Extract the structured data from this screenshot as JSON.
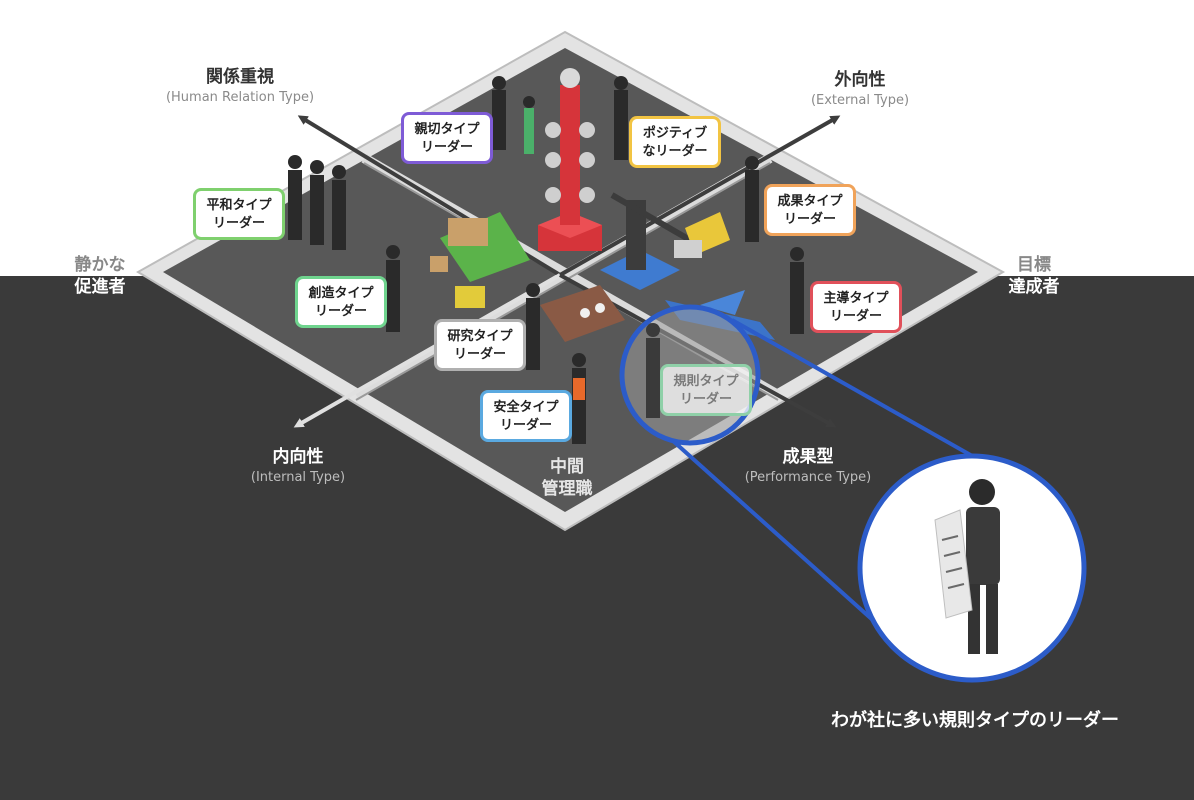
{
  "axes": {
    "top_left": {
      "title": "関係重視",
      "subtitle": "(Human Relation Type)"
    },
    "top_right": {
      "title": "外向性",
      "subtitle": "(External Type)"
    },
    "bottom_left": {
      "title": "内向性",
      "subtitle": "(Internal Type)"
    },
    "bottom_right": {
      "title": "成果型",
      "subtitle": "(Performance Type)"
    }
  },
  "sides": {
    "left": {
      "line1": "静かな",
      "line2": "促進者"
    },
    "right": {
      "line1": "目標",
      "line2": "達成者"
    },
    "bottom": {
      "line1": "中間",
      "line2": "管理職"
    }
  },
  "leader_types": [
    {
      "line1": "親切タイプ",
      "line2": "リーダー",
      "color": "#7e5bd6"
    },
    {
      "line1": "ポジティブ",
      "line2": "なリーダー",
      "color": "#f2c443"
    },
    {
      "line1": "平和タイプ",
      "line2": "リーダー",
      "color": "#7fd06e"
    },
    {
      "line1": "成果タイプ",
      "line2": "リーダー",
      "color": "#f0a35a"
    },
    {
      "line1": "創造タイプ",
      "line2": "リーダー",
      "color": "#6fd48e"
    },
    {
      "line1": "主導タイプ",
      "line2": "リーダー",
      "color": "#e0505a"
    },
    {
      "line1": "研究タイプ",
      "line2": "リーダー",
      "color": "#b0b0b0"
    },
    {
      "line1": "規則タイプ",
      "line2": "リーダー",
      "color": "#8fd0a8"
    },
    {
      "line1": "安全タイプ",
      "line2": "リーダー",
      "color": "#5aa9e0"
    }
  ],
  "caption": "わが社に多い規則タイプのリーダー",
  "colors": {
    "dark_bg": "#3a3a3a",
    "highlight": "#2c5cc9",
    "floor": "#565656",
    "wall": "#dcdcdc"
  }
}
